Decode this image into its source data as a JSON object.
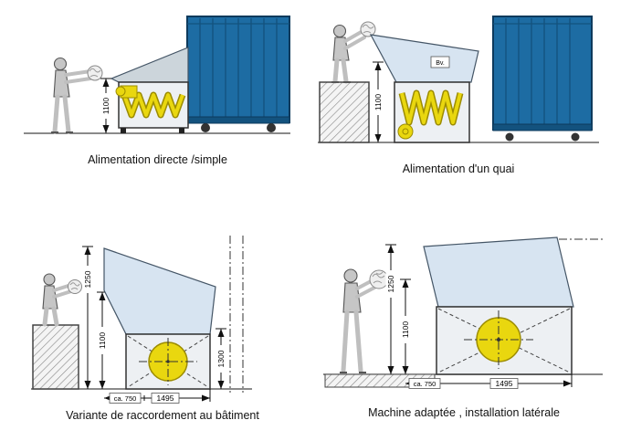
{
  "page": {
    "background": "#ffffff"
  },
  "colors": {
    "container_blue": "#1d6ca3",
    "container_dark": "#0d3a5c",
    "container_rib": "#13527e",
    "hopper_blue": "#d7e4f1",
    "machine_gray": "#edf0f3",
    "cover_gray": "#ccd5db",
    "screw_yellow": "#e9d70f",
    "screw_dark": "#9c8c00",
    "person_gray": "#c6c6c6",
    "paper_gray": "#efefef"
  },
  "diagrams": {
    "direct": {
      "caption": "Alimentation directe /simple",
      "dim_height": "1100"
    },
    "dock": {
      "caption": "Alimentation d'un quai",
      "dim_height": "1100",
      "hopper_label": "Bv."
    },
    "building": {
      "caption": "Variante de raccordement au bâtiment",
      "dim_left_outer": "1250",
      "dim_left_inner": "1100",
      "dim_right": "1300",
      "dim_width_small": "ca. 750",
      "dim_width_main": "1495"
    },
    "lateral": {
      "caption": "Machine adaptée , installation latérale",
      "dim_left_outer": "1250",
      "dim_left_inner": "1100",
      "dim_width_small": "ca. 750",
      "dim_width_main": "1495"
    }
  }
}
